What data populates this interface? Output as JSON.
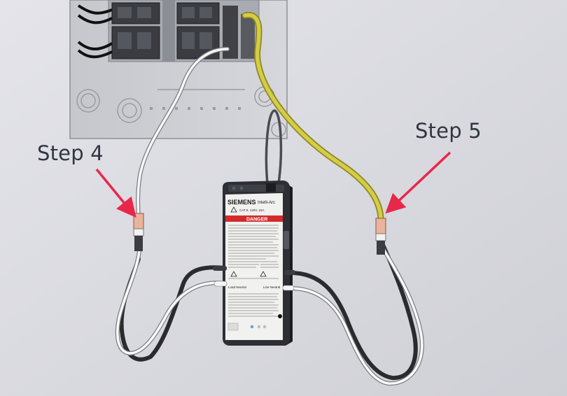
{
  "callouts": {
    "left": "Step 4",
    "right": "Step 5"
  },
  "device": {
    "brand": "SIEMENS",
    "model": "Intelli-Arc",
    "warning": "DANGER",
    "rating": "CAT II, 120V, 15A",
    "left_label": "Load Neutral",
    "right_label": "Line Neutral"
  },
  "colors": {
    "background": "#d9d9df",
    "arrow": "#e8284a",
    "ground_wire": "#c9c23a",
    "danger_band": "#d42a2a",
    "device_body": "#2d2f35",
    "label_card": "#f1f1ef"
  },
  "icons": {
    "arrow": "callout-arrow",
    "warning": "warning-triangle-icon"
  }
}
